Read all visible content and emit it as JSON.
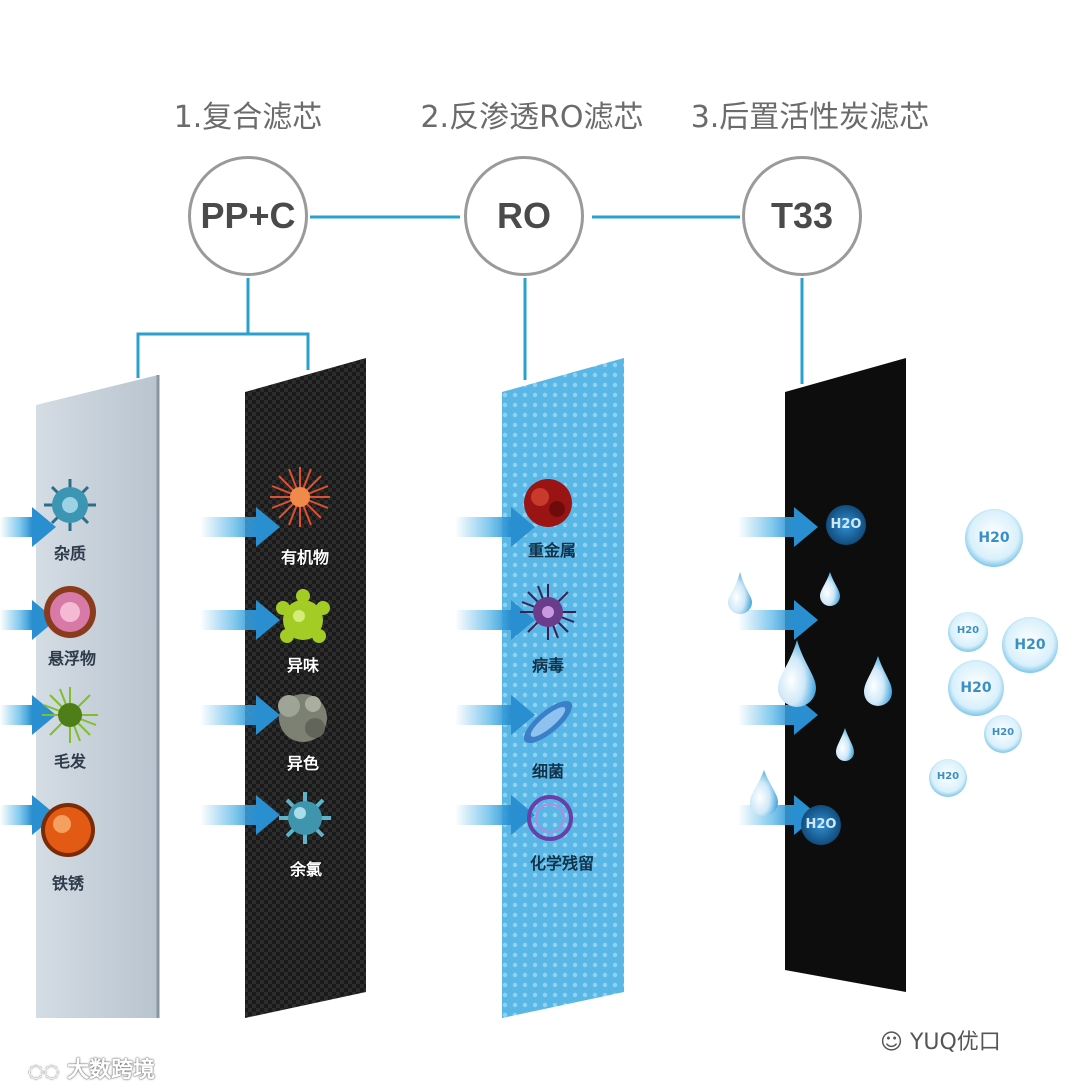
{
  "stages": [
    {
      "title": "1.复合滤芯",
      "node": "PP+C"
    },
    {
      "title": "2.反渗透RO滤芯",
      "node": "RO"
    },
    {
      "title": "3.后置活性炭滤芯",
      "node": "T33"
    }
  ],
  "filters": {
    "pp": {
      "labels": [
        "杂质",
        "悬浮物",
        "毛发",
        "铁锈"
      ]
    },
    "carbon": {
      "labels": [
        "有机物",
        "异味",
        "异色",
        "余氯"
      ]
    },
    "ro": {
      "labels": [
        "重金属",
        "病毒",
        "细菌",
        "化学残留"
      ]
    }
  },
  "water": {
    "molecule_label": "H2O",
    "bubble_label": "H20"
  },
  "watermarks": {
    "left": "大数跨境",
    "right": "YUQ优口"
  },
  "colors": {
    "connector": "#2aa0cc",
    "pp_panel": "#c9d3dd",
    "carbon_panel": "#1b1b1b",
    "ro_panel": "#5bb8e6",
    "t33_panel": "#0d0d0d",
    "arrow": "#4fb3e6"
  }
}
